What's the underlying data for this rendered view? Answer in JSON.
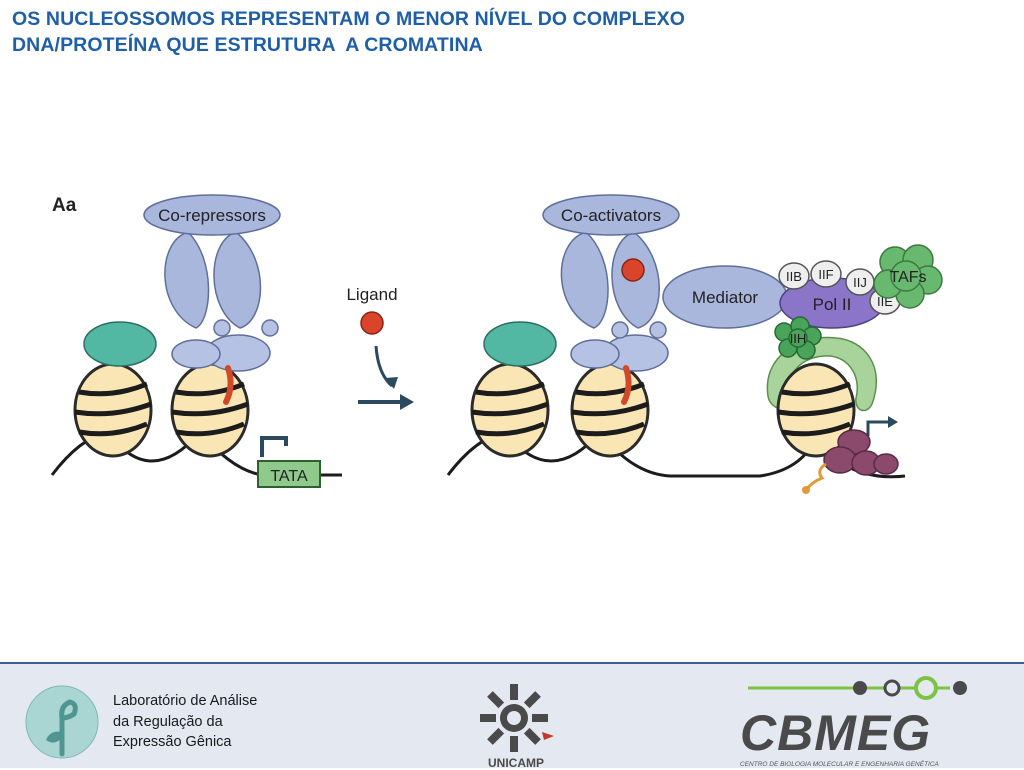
{
  "slide": {
    "title_line1": "OS NUCLEOSSOMOS REPRESENTAM O MENOR NÍVEL DO COMPLEXO",
    "title_line2": "DNA/PROTEÍNA QUE ESTRUTURA  A CROMATINA"
  },
  "figure": {
    "panel_label": "Aa",
    "co_repressors": "Co-repressors",
    "co_activators": "Co-activators",
    "ligand": "Ligand",
    "tata": "TATA",
    "mediator": "Mediator",
    "pol2": "Pol II",
    "iib": "IIB",
    "iif": "IIF",
    "iij": "IIJ",
    "iie": "IIE",
    "iih": "IIH",
    "tafs": "TAFs"
  },
  "footer": {
    "lab_line1": "Laboratório de Análise",
    "lab_line2": "da Regulação da",
    "lab_line3": "Expressão Gênica",
    "unicamp": "UNICAMP",
    "cbmeg": "CBMEG",
    "cbmeg_subtitle": "CENTRO DE BIOLOGIA MOLECULAR E ENGENHARIA GENÉTICA"
  },
  "colors": {
    "title": "#1f5fa8",
    "footer_bg": "#e3e8f1",
    "footer_border": "#3a5f93",
    "nucleosome": "#fae6b4",
    "coregulator": "#a9b7dd",
    "teal_protein": "#52b7a3",
    "ligand_red": "#d9442a",
    "pol2_purple": "#8a75c8",
    "green_factor": "#67a86f",
    "tata_box": "#8fc98b"
  }
}
